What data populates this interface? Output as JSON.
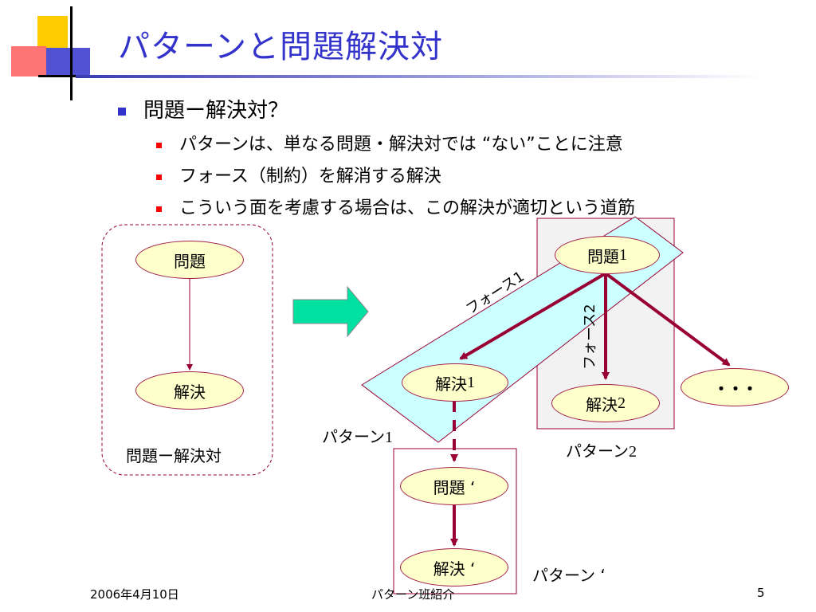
{
  "slide": {
    "title": "パターンと問題解決対",
    "bullet_main": "問題ー解決対？",
    "sub_bullets": [
      "パターンは、単なる問題・解決対では “ない”ことに注意",
      "フォース（制約）を解消する解決",
      "こういう面を考慮する場合は、この解決が適切という道筋"
    ]
  },
  "diagram": {
    "left": {
      "problem": "問題",
      "solution": "解決",
      "caption": "問題ー解決対"
    },
    "right": {
      "problem": "問題",
      "problem_num": "1",
      "force1": "フォース1",
      "force2": "フォース2",
      "solution1": "解決",
      "solution1_num": "1",
      "solution2": "解決",
      "solution2_num": "2",
      "ellipsis": "・・・",
      "pattern1": "パターン",
      "pattern1_num": "1",
      "pattern2": "パターン",
      "pattern2_num": "2",
      "problem_prime": "問題 ‘",
      "solution_prime": "解決 ‘",
      "pattern_prime": "パターン ‘"
    }
  },
  "footer": {
    "date": "2006年4月10日",
    "center": "パターン班紹介",
    "page": "5"
  },
  "colors": {
    "title": "#3333cc",
    "oval_fill": "#ffffcc",
    "arrow": "#990033",
    "pattern1_fill": "#ccffff",
    "arrow_block": "#00e0a0"
  }
}
